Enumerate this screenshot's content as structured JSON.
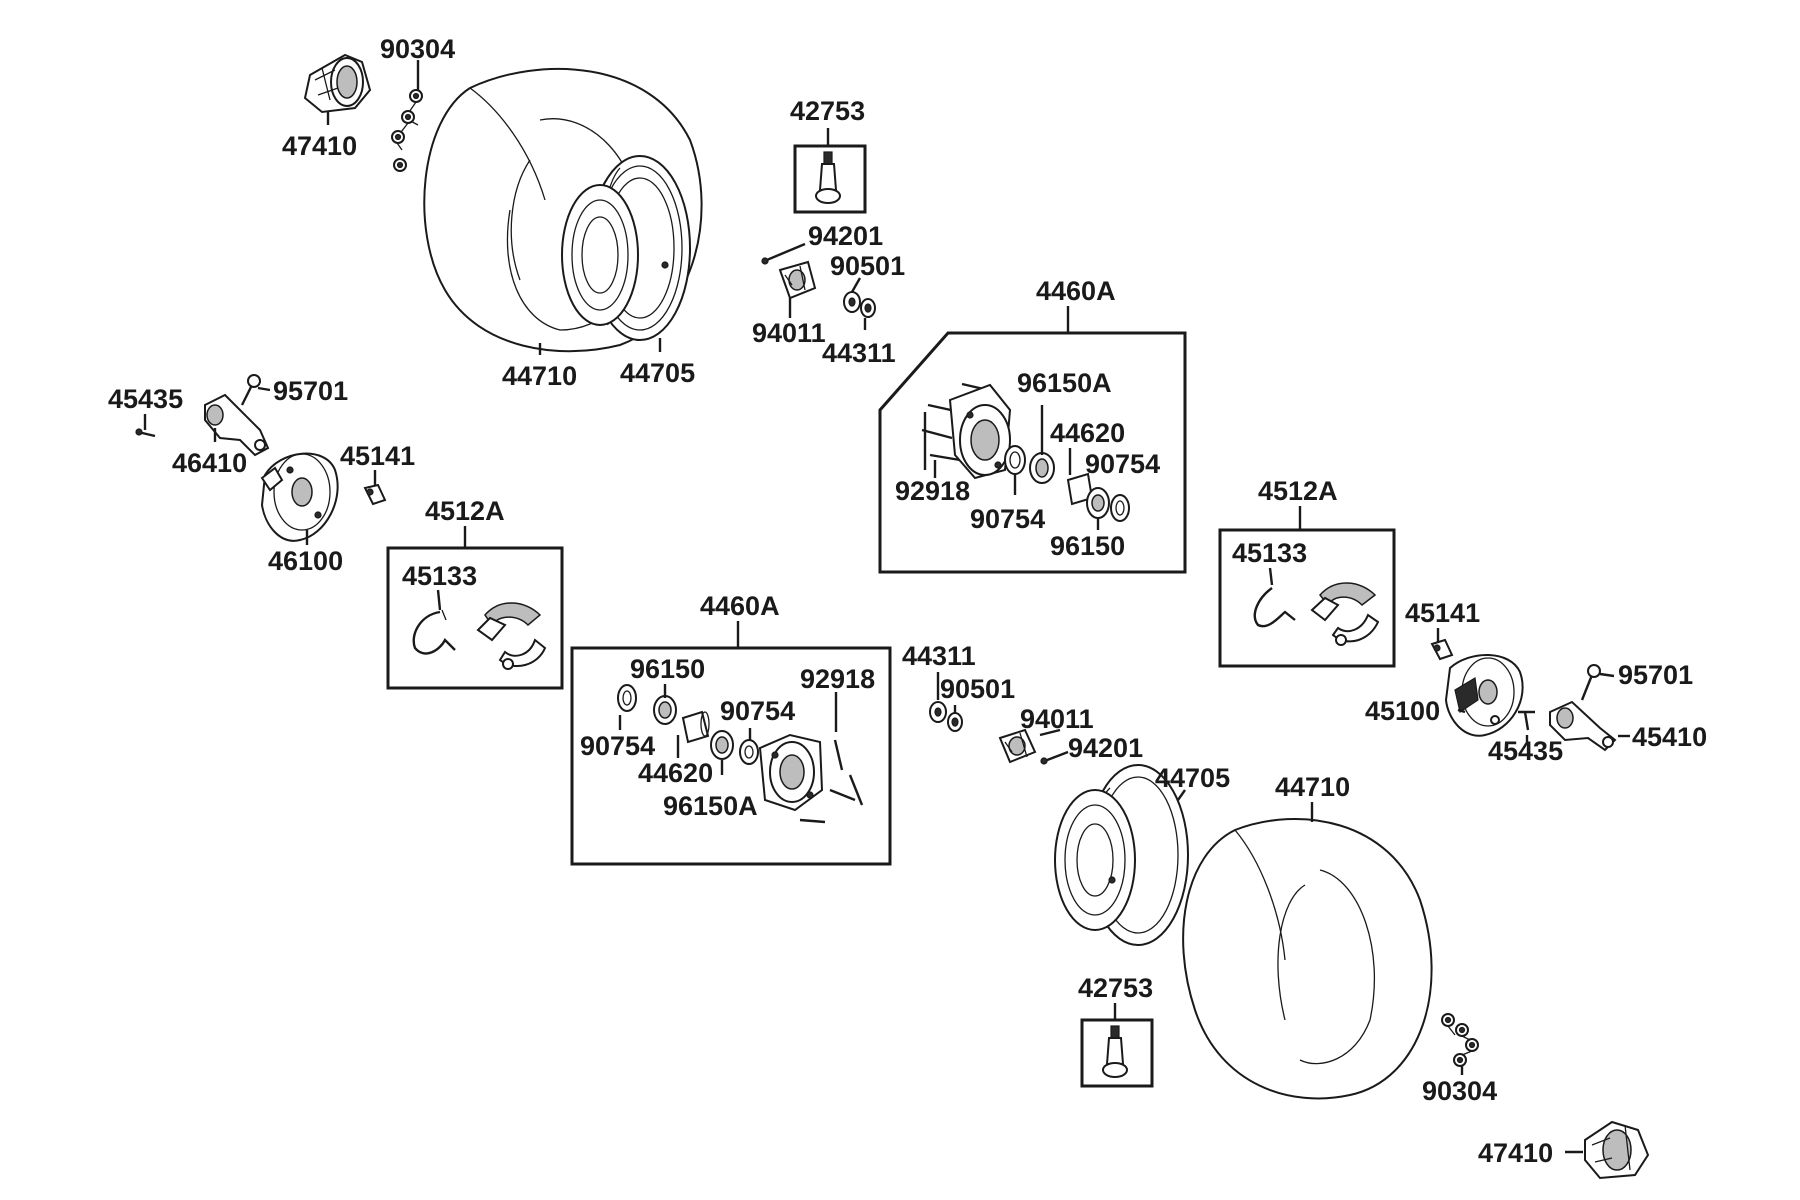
{
  "labels": {
    "tl_90304": "90304",
    "tl_47410": "47410",
    "tl_44710": "44710",
    "tl_44705": "44705",
    "tl_42753": "42753",
    "tl_94201": "94201",
    "tl_90501": "90501",
    "tl_94011": "94011",
    "tl_44311": "44311",
    "tr_4460A": "4460A",
    "tr_96150A": "96150A",
    "tr_44620": "44620",
    "tr_90754a": "90754",
    "tr_92918": "92918",
    "tr_90754b": "90754",
    "tr_96150": "96150",
    "l_45435": "45435",
    "l_95701": "95701",
    "l_46410": "46410",
    "l_45141": "45141",
    "l_46100": "46100",
    "l_4512A": "4512A",
    "l_45133": "45133",
    "c_4460A": "4460A",
    "c_96150": "96150",
    "c_92918": "92918",
    "c_90754a": "90754",
    "c_90754b": "90754",
    "c_44620": "44620",
    "c_96150A": "96150A",
    "r_4512A": "4512A",
    "r_45133": "45133",
    "r_45141": "45141",
    "r_95701": "95701",
    "r_45100": "45100",
    "r_45435": "45435",
    "r_45410": "45410",
    "br_44311": "44311",
    "br_90501": "90501",
    "br_94011": "94011",
    "br_94201": "94201",
    "br_44705": "44705",
    "br_44710": "44710",
    "br_42753": "42753",
    "br_90304": "90304",
    "br_47410": "47410"
  }
}
